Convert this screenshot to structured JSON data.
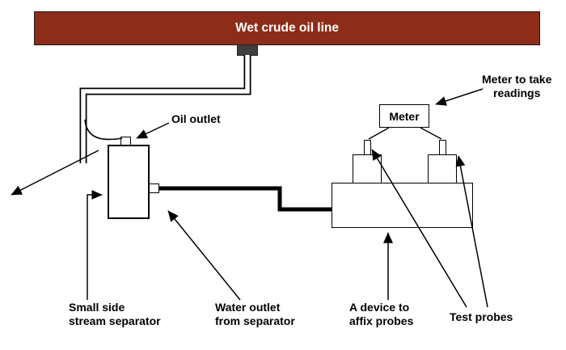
{
  "pipeline": {
    "label": "Wet crude oil line"
  },
  "meter": {
    "label": "Meter"
  },
  "annotations": {
    "oil_outlet": "Oil outlet",
    "meter_note_line1": "Meter to take",
    "meter_note_line2": "readings",
    "separator_line1": "Small side",
    "separator_line2": "stream separator",
    "water_outlet_line1": "Water outlet",
    "water_outlet_line2": "from separator",
    "device_line1": "A device to",
    "device_line2": "affix probes",
    "test_probes": "Test probes"
  },
  "colors": {
    "pipeline_fill": "#8E2C1A",
    "pipeline_text": "#FFFFFF",
    "connector_fill": "#3F3F3F",
    "line_color": "#000000",
    "background": "#FFFFFF"
  }
}
